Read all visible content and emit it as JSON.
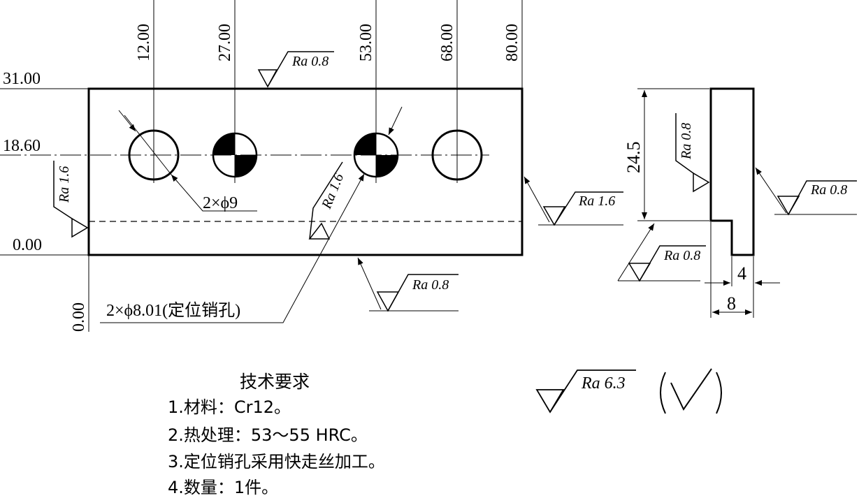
{
  "ordinates": {
    "x": [
      "12.00",
      "27.00",
      "53.00",
      "68.00",
      "80.00"
    ],
    "y_top": "31.00",
    "y_mid": "18.60",
    "y_zero": "0.00",
    "x_zero": "0.00"
  },
  "roughness": {
    "top": "Ra 0.8",
    "left": "Ra 1.6",
    "hole_mid": "Ra 1.6",
    "right_face": "Ra 1.6",
    "bottom": "Ra 0.8",
    "side_left": "Ra 0.8",
    "side_right": "Ra 0.8",
    "side_step": "Ra 0.8",
    "general": "Ra 6.3"
  },
  "callouts": {
    "holes_9": "2×ϕ9",
    "pin_holes": "2×ϕ8.01(定位销孔)"
  },
  "side_view_dims": {
    "height": "24.5",
    "step": "4",
    "width": "8"
  },
  "tech_requirements": {
    "title": "技术要求",
    "items": [
      "1.材料：Cr12。",
      "2.热处理：53～55 HRC。",
      "3.定位销孔采用快走丝加工。",
      "4.数量：1件。"
    ]
  }
}
